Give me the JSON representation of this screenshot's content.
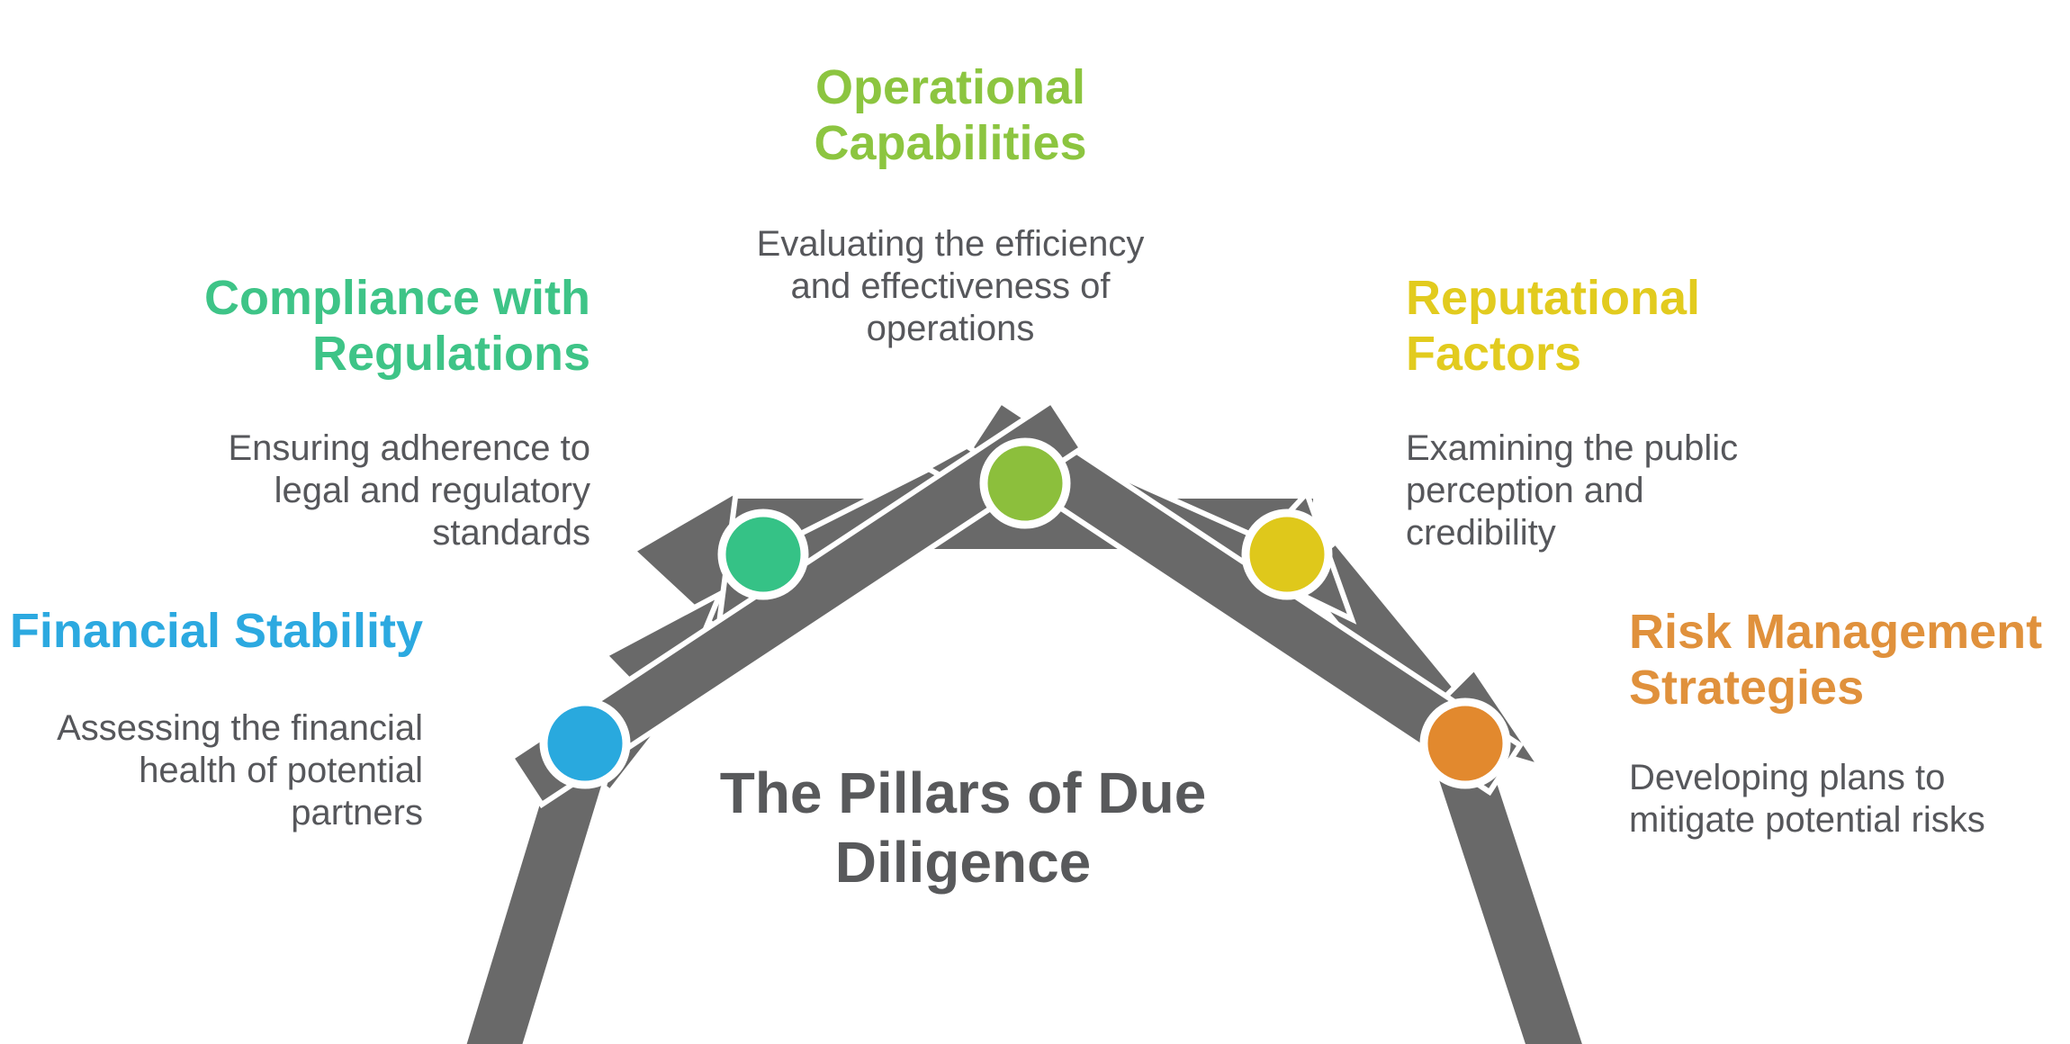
{
  "diagram": {
    "title": "The Pillars of Due\nDiligence",
    "title_color": "#58595B",
    "beam_color": "#696969",
    "background_color": "#FFFFFF",
    "node_border_color": "#FFFFFF"
  },
  "pillars": [
    {
      "id": "financial",
      "heading": "Financial Stability",
      "description": "Assessing the financial\nhealth of potential\npartners",
      "color": "#2CA9E0",
      "node_color": "#29A9DE"
    },
    {
      "id": "compliance",
      "heading": "Compliance with\nRegulations",
      "description": "Ensuring adherence to\nlegal and regulatory\nstandards",
      "color": "#3EC487",
      "node_color": "#35C286"
    },
    {
      "id": "operational",
      "heading": "Operational\nCapabilities",
      "description": "Evaluating the efficiency\nand effectiveness of\noperations",
      "color": "#8CC540",
      "node_color": "#8CBF3C"
    },
    {
      "id": "reputational",
      "heading": "Reputational\nFactors",
      "description": "Examining the public\nperception and\ncredibility",
      "color": "#E2CB1E",
      "node_color": "#DFC81B"
    },
    {
      "id": "risk",
      "heading": "Risk Management\nStrategies",
      "description": "Developing plans to\nmitigate potential risks",
      "color": "#E0913C",
      "node_color": "#E2892E"
    }
  ]
}
